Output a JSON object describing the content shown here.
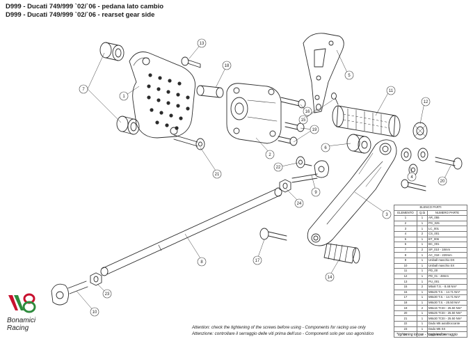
{
  "header": {
    "title_line_1": "D999 - Ducati 749/999 `02/`06 - pedana lato cambio",
    "title_line_2": "D999 - Ducati 749/999 `02/`06 - rearset gear side"
  },
  "callouts": [
    "7",
    "1",
    "13",
    "18",
    "5",
    "11",
    "12",
    "3",
    "6",
    "2",
    "4",
    "20",
    "15",
    "19",
    "16",
    "21",
    "22",
    "9",
    "24",
    "17",
    "14",
    "8",
    "23",
    "10"
  ],
  "parts_table": {
    "title": "ELENCO PARTI",
    "headers": [
      "ELEMENTO",
      "Q.tà",
      "NUMERO PARTE"
    ],
    "rows": [
      [
        "1",
        "1",
        "AR_055"
      ],
      [
        "2",
        "1",
        "PG_025"
      ],
      [
        "3",
        "1",
        "LC_001"
      ],
      [
        "4",
        "2",
        "CS_001"
      ],
      [
        "5",
        "1",
        "BT_006"
      ],
      [
        "6",
        "1",
        "BC_001"
      ],
      [
        "7",
        "2",
        "SP_010 - 18mm"
      ],
      [
        "8",
        "1",
        "AC_018 - 220mm"
      ],
      [
        "9",
        "1",
        "Uniball maschio DX"
      ],
      [
        "10",
        "1",
        "Uniball maschio SX"
      ],
      [
        "11",
        "1",
        "PD_00"
      ],
      [
        "12",
        "1",
        "PD_01 - 48mm"
      ],
      [
        "13",
        "1",
        "PU_001"
      ],
      [
        "15",
        "2",
        "M5x8 T.S. - 8.48 Nm*"
      ],
      [
        "16",
        "1",
        "M8x25 T.S. - 14.71 Nm*"
      ],
      [
        "17",
        "1",
        "M8x30 T.S. - 14.71 Nm*"
      ],
      [
        "18",
        "1",
        "M8x30 T.S. - 25.50 Nm*"
      ],
      [
        "19",
        "2",
        "M8x16 TCEI - 25.50 Nm*"
      ],
      [
        "20",
        "1",
        "M8x25 TCEI - 25.50 Nm*"
      ],
      [
        "21",
        "1",
        "M8x30 TCEI - 25.50 Nm*"
      ],
      [
        "22",
        "1",
        "Dado M6 autobloccante"
      ],
      [
        "23",
        "1",
        "Dado M6 SX"
      ],
      [
        "24",
        "1",
        "Dado M6 DX"
      ]
    ]
  },
  "notes": {
    "en": "Attention: check the tightening of the screws before using - Components for racing use only",
    "it": "Attenzione: controllare il serraggio delle viti prima dell'uso - Componenti solo per uso agonistico"
  },
  "torque_note": "*tightening torque - *coppia di serraggio",
  "brand": {
    "line_1": "Bonamici",
    "line_2": "Racing"
  },
  "colors": {
    "line": "#2b2b2b",
    "callout": "#3a3a3a",
    "logo_red": "#c8102e",
    "logo_green": "#2e8b3d"
  }
}
